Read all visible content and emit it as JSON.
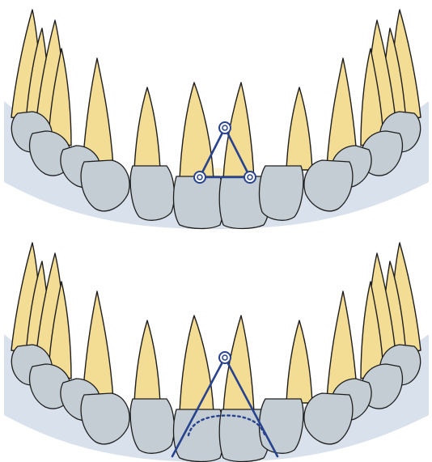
{
  "figure": {
    "panels": [
      {
        "name": "top",
        "guide": "triangle",
        "markers": 3,
        "description_visible": false
      },
      {
        "name": "bottom",
        "guide": "open-triangle",
        "markers": 1,
        "incisal_outline": "dotted"
      }
    ],
    "colors": {
      "root": "#f3dc93",
      "crown": "#c3cdd3",
      "gum": "#b9c9de",
      "guide": "#27428f"
    }
  }
}
